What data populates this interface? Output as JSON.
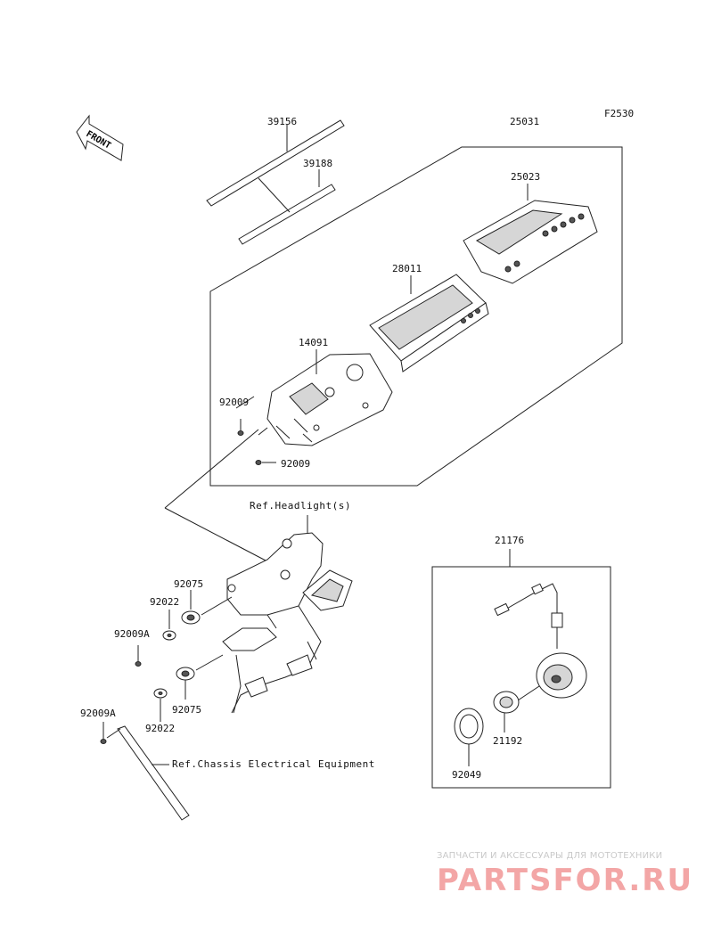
{
  "figure_code": "F2530",
  "front_arrow_label": "FRONT",
  "parts": {
    "p39156": "39156",
    "p39188": "39188",
    "p25031": "25031",
    "p25023": "25023",
    "p28011": "28011",
    "p14091": "14091",
    "p92009_a": "92009",
    "p92009_b": "92009",
    "p92075_a": "92075",
    "p92022_a": "92022",
    "p92009A_a": "92009A",
    "p92075_b": "92075",
    "p92009A_b": "92009A",
    "p92022_b": "92022",
    "p21176": "21176",
    "p21192": "21192",
    "p92049": "92049"
  },
  "refs": {
    "headlight": "Ref.Headlight(s)",
    "chassis": "Ref.Chassis Electrical Equipment"
  },
  "watermark": {
    "tagline": "ЗАПЧАСТИ И АКСЕССУАРЫ ДЛЯ МОТОТЕХНИКИ",
    "brand": "PARTSFOR.RU"
  }
}
